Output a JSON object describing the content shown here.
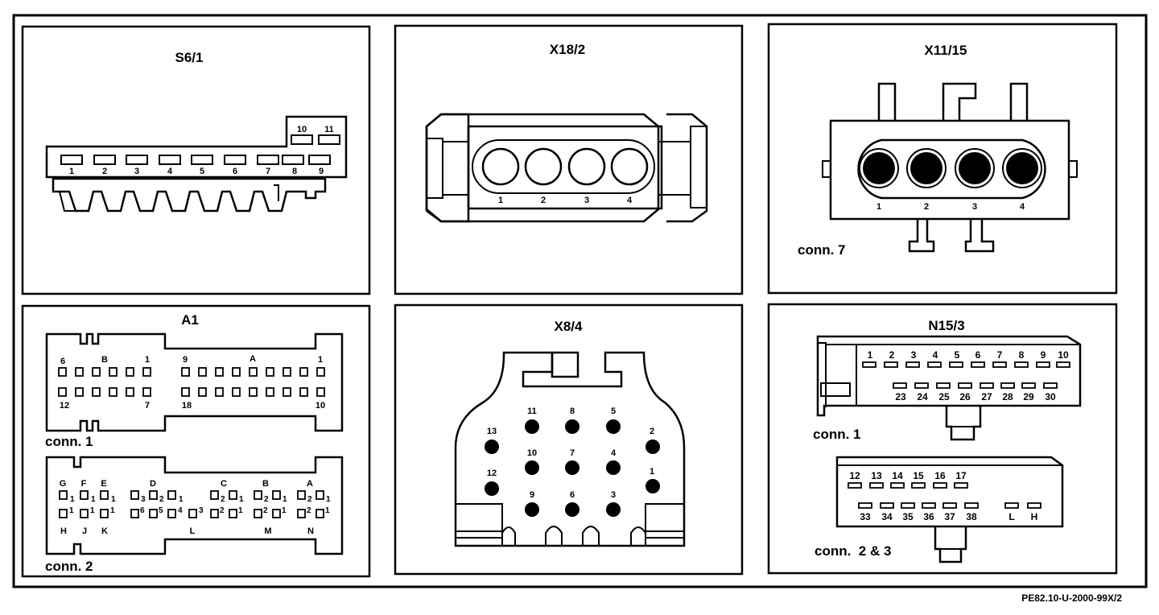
{
  "panels": {
    "s6_1": {
      "title": "S6/1",
      "pins": [
        "1",
        "2",
        "3",
        "4",
        "5",
        "6",
        "7",
        "8",
        "9",
        "10",
        "11"
      ]
    },
    "x18_2": {
      "title": "X18/2",
      "pins": [
        "1",
        "2",
        "3",
        "4"
      ]
    },
    "x11_15": {
      "title": "X11/15",
      "pins": [
        "1",
        "2",
        "3",
        "4"
      ],
      "conn_label": "conn. 7"
    },
    "a1": {
      "title": "A1",
      "conn1": {
        "label": "conn. 1",
        "top_labels": [
          "6",
          "B",
          "1",
          "9",
          "A",
          "1"
        ],
        "bottom_labels": [
          "12",
          "7",
          "18",
          "10"
        ]
      },
      "conn2": {
        "label": "conn. 2",
        "top_letters": [
          "G",
          "F",
          "E",
          "D",
          "C",
          "B",
          "A"
        ],
        "bottom_letters": [
          "H",
          "J",
          "K",
          "L",
          "M",
          "N"
        ],
        "sub_top": [
          "1",
          "1",
          "1",
          "3",
          "2",
          "1",
          "2",
          "1",
          "2",
          "1",
          "2",
          "1"
        ],
        "sub_bottom": [
          "1",
          "1",
          "1",
          "6",
          "5",
          "4",
          "3",
          "2",
          "1",
          "2",
          "1",
          "2",
          "1"
        ]
      }
    },
    "x8_4": {
      "title": "X8/4",
      "pins": [
        "11",
        "8",
        "5",
        "13",
        "2",
        "10",
        "7",
        "4",
        "12",
        "1",
        "9",
        "6",
        "3"
      ]
    },
    "n15_3": {
      "title": "N15/3",
      "conn1": {
        "label": "conn. 1",
        "row1": [
          "1",
          "2",
          "3",
          "4",
          "5",
          "6",
          "7",
          "8",
          "9",
          "10"
        ],
        "row2": [
          "23",
          "24",
          "25",
          "26",
          "27",
          "28",
          "29",
          "30"
        ]
      },
      "conn23": {
        "label": "conn.  2 & 3",
        "row1": [
          "12",
          "13",
          "14",
          "15",
          "16",
          "17"
        ],
        "row2": [
          "33",
          "34",
          "35",
          "36",
          "37",
          "38"
        ],
        "extra": [
          "L",
          "H"
        ]
      }
    }
  },
  "footer": {
    "code": "PE82.10-U-2000-99X/2"
  }
}
